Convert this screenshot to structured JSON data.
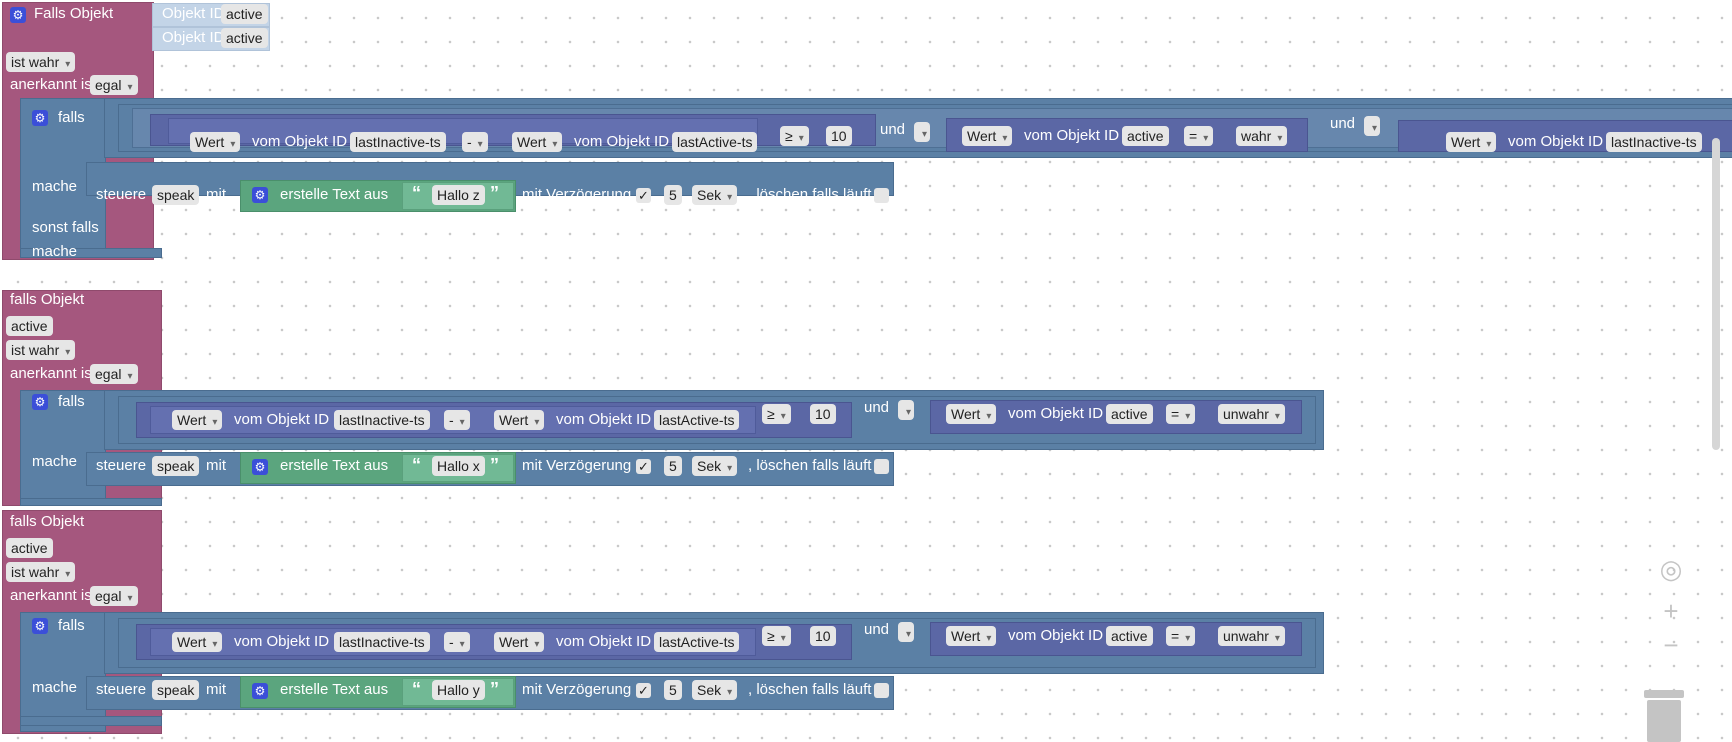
{
  "event_block": {
    "header": "Falls Objekt",
    "object_id_label": "Objekt ID",
    "object_id_value": "active",
    "cond_value": "ist wahr",
    "ack_label": "anerkannt ist",
    "ack_value": "egal"
  },
  "event_block_compact": {
    "header": "falls Objekt",
    "object_value": "active"
  },
  "if_block": {
    "falls": "falls",
    "mache": "mache",
    "sonst_falls": "sonst falls"
  },
  "condition": {
    "wert": "Wert",
    "vom_objekt": "vom Objekt ID",
    "id_inactive": "lastInactive-ts",
    "id_active_ts": "lastActive-ts",
    "id_active": "active",
    "minus": "-",
    "ge": "≥",
    "threshold": "10",
    "und": "und",
    "eq": "=",
    "wahr": "wahr",
    "unwahr": "unwahr"
  },
  "action": {
    "steuere": "steuere",
    "target": "speak",
    "mit": "mit",
    "erstelle": "erstelle Text aus",
    "open_quote": "“",
    "close_quote": "”",
    "delay_label": "mit Verzögerung",
    "check": "✓",
    "delay_value": "5",
    "unit": "Sek",
    "clear_label": ", löschen falls läuft"
  },
  "texts": [
    "Hallo z",
    "Hallo x",
    "Hallo y"
  ],
  "workspace_controls": {
    "center": "◎",
    "zoom_in": "+",
    "zoom_out": "−"
  },
  "colors": {
    "event": "#a5577e",
    "logic": "#5b80a5",
    "value": "#5b67a5",
    "text": "#5ba57e"
  }
}
